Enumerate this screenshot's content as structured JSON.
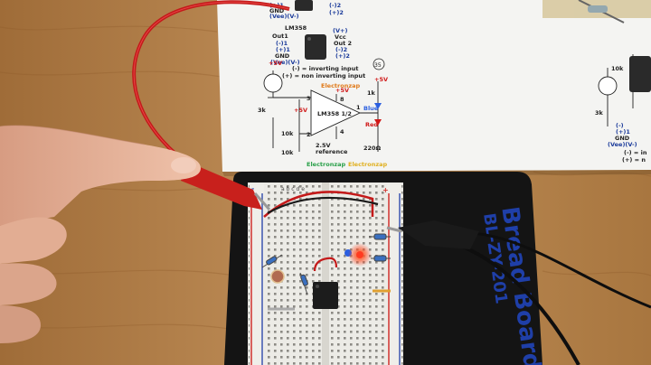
{
  "schematic": {
    "top_left_pin_a": "(+)1",
    "top_left_pin_b": "GND",
    "top_left_pin_c": "(Vee)(V-)",
    "top_pin_right_a": "(-)2",
    "top_pin_right_b": "(+)2",
    "chip_name": "LM358",
    "pin_out1": "Out1",
    "pin_in1_neg": "(-)1",
    "pin_in1_pos": "(+)1",
    "pin_gnd": "GND",
    "pin_vee": "(Vee)(V-)",
    "pin_vplus": "(V+)",
    "pin_vcc": "Vcc",
    "pin_out2": "Out 2",
    "pin_in2_neg": "(-)2",
    "pin_in2_pos": "(+)2",
    "legend_inverting": "(-) = inverting input",
    "legend_noninverting": "(+) = non inverting input",
    "circle_number": "35",
    "brand_top": "Electronzap",
    "brand_bottom_a": "Electronzap",
    "brand_bottom_b": "Electronzap",
    "plus5v_a": "+5V",
    "plus5v_b": "+5V",
    "plus5v_c": "+5V",
    "plus5v_d": "+5V",
    "r_3k": "3k",
    "r_10k_a": "10k",
    "r_10k_b": "10k",
    "r_1k": "1k",
    "r_220": "220Ω",
    "opamp_label": "LM358 1/2",
    "pin3": "3",
    "pin2": "2",
    "pin8": "8",
    "pin4": "4",
    "pin1": "1",
    "ref_a": "2.5V",
    "ref_b": "reference",
    "led_blue": "Blue",
    "led_red": "Red"
  },
  "schematic_right": {
    "r_10k": "10k",
    "r_3k": "3k",
    "pin_a": "(-)",
    "pin_b": "(+)1",
    "pin_c": "GND",
    "pin_d": "(Vee)(V-)",
    "pin_e": "(-) = in",
    "pin_f": "(+) = n"
  },
  "breadboard": {
    "brand": "Bread Board",
    "model": "BL-ZY-201",
    "col_letters": "a b c d e",
    "plus_mark": "+",
    "minus_mark": "-"
  },
  "colors": {
    "table_wood": "#b8864e",
    "paper": "#f4f4f2",
    "board_base": "#141414",
    "breadboard_white": "#ecebe6",
    "rail_red": "#d0312d",
    "rail_blue": "#3c55b0",
    "probe_wire": "#c41a1a",
    "led_blue": "#2b5fe0",
    "led_red": "#ff3a20",
    "skin": "#e7b79e"
  }
}
